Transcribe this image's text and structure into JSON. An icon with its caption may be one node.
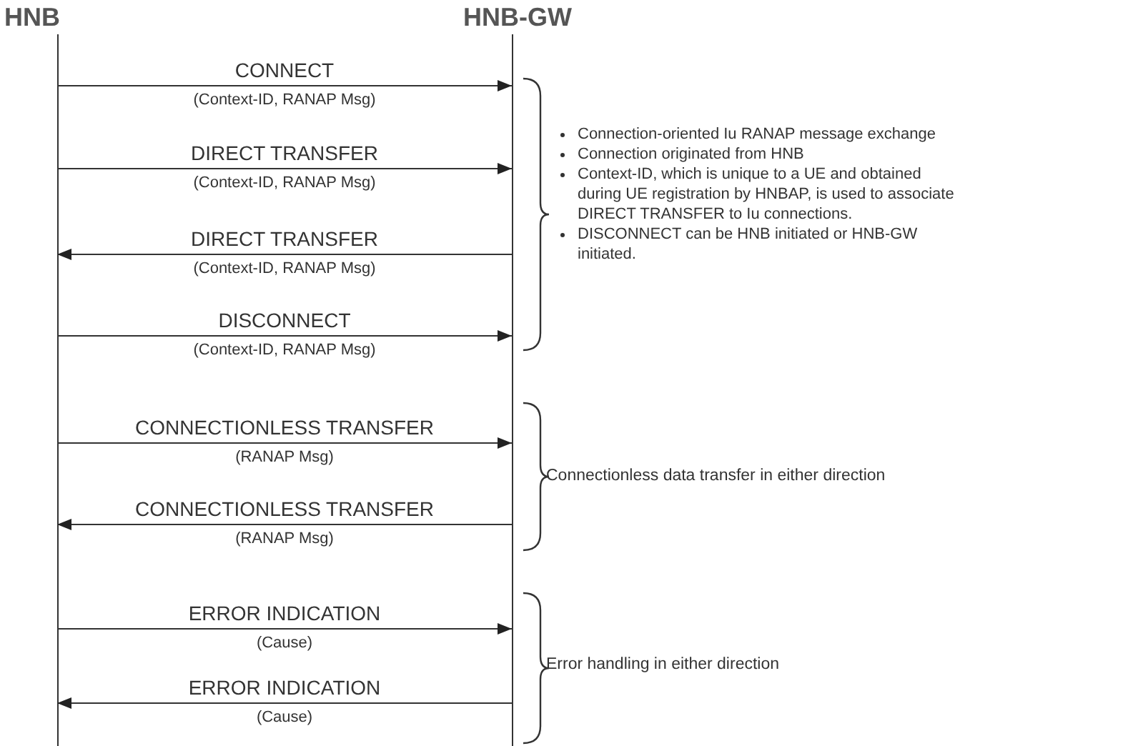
{
  "diagram": {
    "nodes": [
      {
        "text": [
          "HNB"
        ]
      },
      {
        "text": [
          "HNB-GW"
        ]
      }
    ],
    "edges": [
      {
        "from": 0,
        "to": 1,
        "arrow": "to",
        "label": "CONNECT"
      },
      {
        "from": 0,
        "to": 1,
        "arrow": "to",
        "label": "DIRECT TRANSFER"
      },
      {
        "from": 1,
        "to": 0,
        "arrow": "to",
        "label": "DIRECT TRANSFER"
      },
      {
        "from": 0,
        "to": 1,
        "arrow": "to",
        "label": "DISCONNECT"
      },
      {
        "from": 0,
        "to": 1,
        "arrow": "to",
        "label": "CONNECTIONLESS TRANSFER"
      },
      {
        "from": 1,
        "to": 0,
        "arrow": "to",
        "label": "CONNECTIONLESS TRANSFER"
      },
      {
        "from": 0,
        "to": 1,
        "arrow": "to",
        "label": "ERROR INDICATION"
      },
      {
        "from": 1,
        "to": 0,
        "arrow": "to",
        "label": "ERROR INDICATION"
      }
    ],
    "labels": [
      "(Context-ID, RANAP Msg)",
      "(Context-ID, RANAP Msg)",
      "(Context-ID, RANAP Msg)",
      "(Context-ID, RANAP Msg)",
      "(RANAP Msg)",
      "(RANAP Msg)",
      "(Cause)",
      "(Cause)",
      "Connection-oriented Iu RANAP message exchange",
      "Connection originated from HNB",
      "Context-ID, which is unique to a UE and obtained during UE registration by HNBAP, is used to associate DIRECT TRANSFER to Iu connections.",
      "DISCONNECT can be HNB initiated or HNB-GW initiated.",
      "Connectionless data transfer in either direction",
      "Error handling in either direction"
    ]
  }
}
